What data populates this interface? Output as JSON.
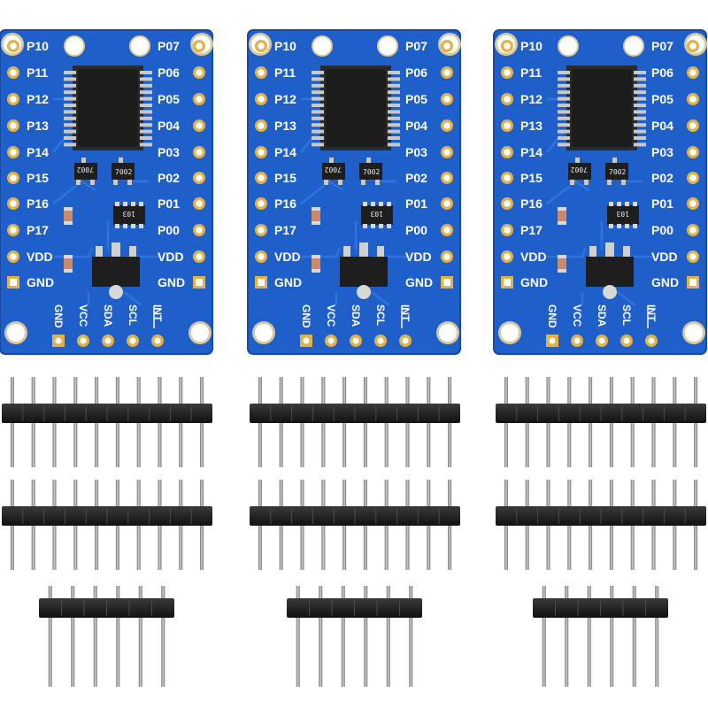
{
  "board": {
    "left_labels": [
      "P10",
      "P11",
      "P12",
      "P13",
      "P14",
      "P15",
      "P16",
      "P17",
      "VDD",
      "GND"
    ],
    "right_labels": [
      "P07",
      "P06",
      "P05",
      "P04",
      "P03",
      "P02",
      "P01",
      "P00",
      "VDD",
      "GND"
    ],
    "bottom_labels": [
      "GND",
      "VCC",
      "SDA",
      "SCL",
      "INT"
    ],
    "transistor_marking": "7002",
    "resistor_array_marking": "103"
  },
  "colors": {
    "pcb": "#1f5fc9",
    "pcb_edge": "#164aa3",
    "trace": "#2d74e0",
    "pad_gold": "#e2b14a",
    "chip": "#1c1c1c",
    "header_plastic": "#1b1b1b",
    "pin_metal": "#9a9a9a"
  }
}
